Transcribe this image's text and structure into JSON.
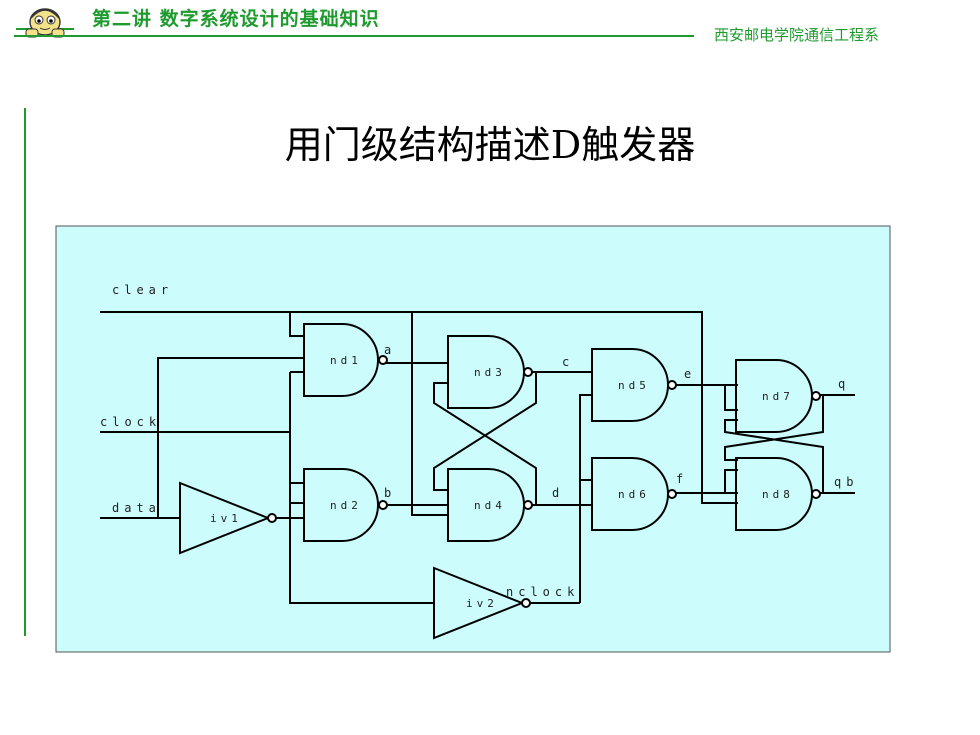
{
  "header": {
    "title": "第二讲 数字系统设计的基础知识",
    "institution": "西安邮电学院通信工程系"
  },
  "slide": {
    "title": "用门级结构描述D触发器"
  },
  "colors": {
    "accent": "#1e9a2e",
    "diagram_bg": "#ccfcfc",
    "line": "#000000"
  },
  "diagram": {
    "signals": {
      "clear": "clear",
      "clock": "clock",
      "data": "data",
      "a": "a",
      "b": "b",
      "c": "c",
      "d": "d",
      "e": "e",
      "f": "f",
      "q": "q",
      "qb": "qb",
      "nclock": "nclock"
    },
    "gates": {
      "nd1": "nd1",
      "nd2": "nd2",
      "nd3": "nd3",
      "nd4": "nd4",
      "nd5": "nd5",
      "nd6": "nd6",
      "nd7": "nd7",
      "nd8": "nd8",
      "iv1": "iv1",
      "iv2": "iv2"
    }
  }
}
